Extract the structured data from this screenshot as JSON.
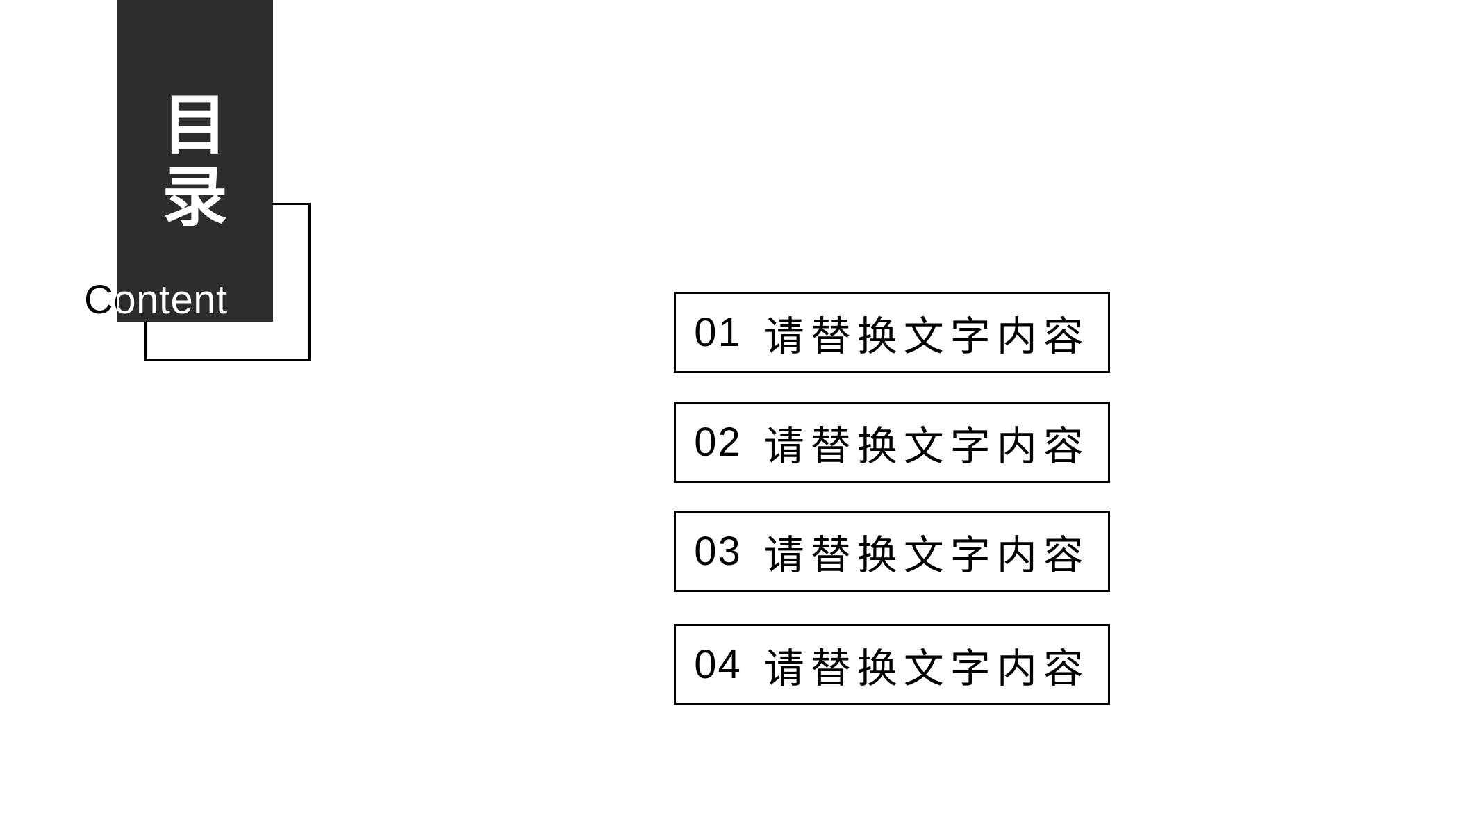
{
  "slide": {
    "masthead": {
      "title_vertical": [
        "目",
        "录"
      ],
      "subtitle": "Content"
    },
    "toc": {
      "items": [
        {
          "num": "01",
          "label": "请替换文字内容"
        },
        {
          "num": "02",
          "label": "请替换文字内容"
        },
        {
          "num": "03",
          "label": "请替换文字内容"
        },
        {
          "num": "04",
          "label": "请替换文字内容"
        }
      ]
    },
    "colors": {
      "background": "#ffffff",
      "masthead_block": "#2d2d2d",
      "masthead_title_text": "#ffffff",
      "subtitle_black_part": "#000000",
      "subtitle_white_part": "#ffffff",
      "outline_and_borders": "#000000",
      "toc_text": "#000000"
    }
  }
}
